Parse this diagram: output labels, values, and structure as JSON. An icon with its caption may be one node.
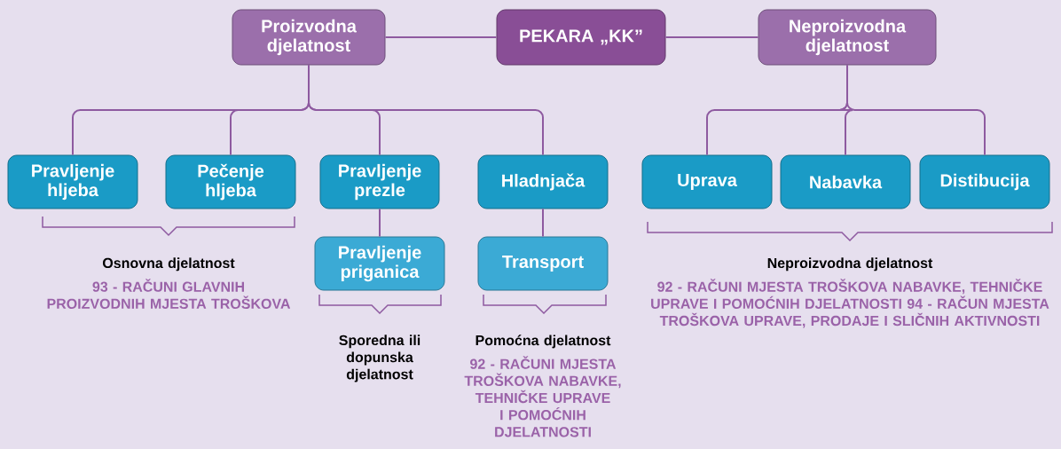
{
  "diagram": {
    "nodes": [
      {
        "text": [
          "Proizvodna djelatnost"
        ]
      },
      {
        "text": [
          "PEKARA „KK”"
        ]
      },
      {
        "text": [
          "Neproizvodna djelatnost"
        ]
      },
      {
        "text": [
          "Pravljenje hljeba"
        ]
      },
      {
        "text": [
          "Pečenje hljeba"
        ]
      },
      {
        "text": [
          "Pravljenje prezle"
        ]
      },
      {
        "text": [
          "Hladnjača"
        ]
      },
      {
        "text": [
          "Uprava"
        ]
      },
      {
        "text": [
          "Nabavka"
        ]
      },
      {
        "text": [
          "Distibucija"
        ]
      },
      {
        "text": [
          "Pravljenje priganica"
        ]
      },
      {
        "text": [
          "Transport"
        ]
      }
    ],
    "edges": [
      {
        "from": 0,
        "to": 1,
        "arrow": "none"
      },
      {
        "from": 1,
        "to": 2,
        "arrow": "none"
      },
      {
        "from": 0,
        "to": 3,
        "arrow": "none"
      },
      {
        "from": 0,
        "to": 4,
        "arrow": "none"
      },
      {
        "from": 0,
        "to": 5,
        "arrow": "none"
      },
      {
        "from": 0,
        "to": 6,
        "arrow": "none"
      },
      {
        "from": 2,
        "to": 7,
        "arrow": "none"
      },
      {
        "from": 2,
        "to": 8,
        "arrow": "none"
      },
      {
        "from": 2,
        "to": 9,
        "arrow": "none"
      },
      {
        "from": 5,
        "to": 10,
        "arrow": "none"
      },
      {
        "from": 6,
        "to": 11,
        "arrow": "none"
      }
    ],
    "labels": [
      "Osnovna djelatnost",
      "93 - RAČUNI GLAVNIH PROIZVODNIH MJESTA TROŠKOVA",
      "Neproizvodna djelatnost",
      "92 - RAČUNI MJESTA TROŠKOVA NABAVKE, TEHNIČKE UPRAVE I POMOĆNIH DJELATNOSTI 94 - RAČUN MJESTA TROŠKOVA UPRAVE, PRODAJE I SLIČNIH AKTIVNOSTI",
      "Sporedna ili dopunska djelatnost",
      "Pomoćna djelatnost",
      "92 - RAČUNI MJESTA TROŠKOVA NABAVKE, TEHNIČKE UPRAVE I POMOĆNIH DJELATNOSTI"
    ]
  }
}
